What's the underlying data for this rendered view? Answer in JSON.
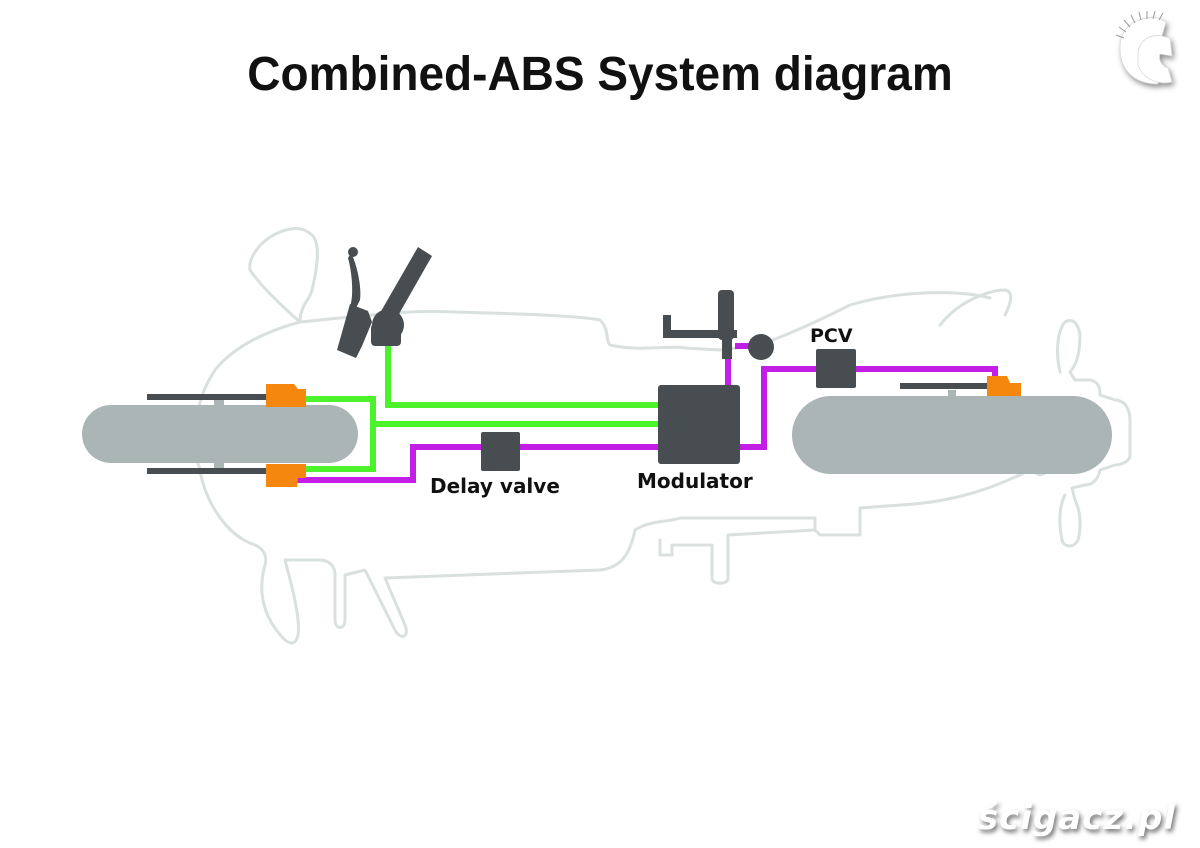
{
  "title": "Combined-ABS System diagram",
  "labels": {
    "delay_valve": "Delay valve",
    "modulator": "Modulator",
    "pcv": "PCV"
  },
  "watermark": "ścigacz.pl",
  "logo": "helmet-logo",
  "colors": {
    "front_brake_line": "#4cf22a",
    "rear_brake_line": "#c31ee6",
    "caliper": "#f5870f",
    "component": "#474d50",
    "wheel": "#abb5b5",
    "outline": "#d9e0df"
  },
  "components": [
    {
      "id": "front-brake-lever",
      "kind": "handlebar lever"
    },
    {
      "id": "rear-brake-pedal",
      "kind": "foot pedal"
    },
    {
      "id": "front-wheel",
      "kind": "wheel"
    },
    {
      "id": "rear-wheel",
      "kind": "wheel"
    },
    {
      "id": "front-caliper-upper",
      "kind": "caliper"
    },
    {
      "id": "front-caliper-lower",
      "kind": "caliper"
    },
    {
      "id": "rear-caliper",
      "kind": "caliper"
    },
    {
      "id": "delay-valve",
      "kind": "valve"
    },
    {
      "id": "modulator",
      "kind": "abs modulator"
    },
    {
      "id": "pcv",
      "kind": "proportional control valve"
    }
  ]
}
